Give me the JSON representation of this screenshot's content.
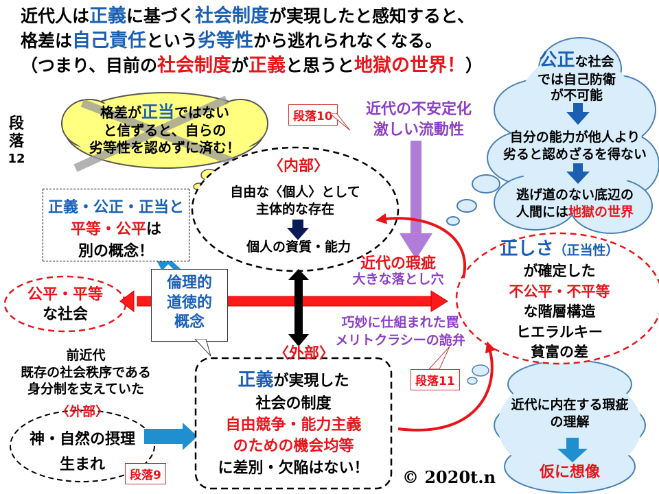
{
  "header": {
    "line1": [
      {
        "text": "近代人は",
        "color": "black"
      },
      {
        "text": "正義",
        "color": "blue"
      },
      {
        "text": "に基づく",
        "color": "black"
      },
      {
        "text": "社会制度",
        "color": "blue"
      },
      {
        "text": "が実現したと感知すると、",
        "color": "black"
      }
    ],
    "line2": [
      {
        "text": "格差は",
        "color": "black"
      },
      {
        "text": "自己責任",
        "color": "blue"
      },
      {
        "text": "という",
        "color": "black"
      },
      {
        "text": "劣等性",
        "color": "blue"
      },
      {
        "text": "から逃れられなくなる。",
        "color": "black"
      }
    ],
    "line3": [
      {
        "text": "（つまり、目前の",
        "color": "black"
      },
      {
        "text": "社会制度",
        "color": "red"
      },
      {
        "text": "が",
        "color": "black"
      },
      {
        "text": "正義",
        "color": "red"
      },
      {
        "text": "と思うと",
        "color": "black"
      },
      {
        "text": "地獄の世界！",
        "color": "red"
      },
      {
        "text": "）",
        "color": "black"
      }
    ]
  },
  "side_label": [
    "段",
    "落",
    "12"
  ],
  "crossed_cloud": {
    "line1_a": "格差が",
    "line1_b": "正当",
    "line1_c": "ではない",
    "line2": "と信ずると、自らの",
    "line3": "劣等性を認めずに済む！"
  },
  "concepts_box": {
    "line1": "正義・公正・正当と",
    "line2_a": "平等・公平",
    "line2_b": "は",
    "line3": "別の概念！"
  },
  "tags": {
    "p10": "段落10",
    "p11": "段落11",
    "p9": "段落9"
  },
  "modern_instability": {
    "line1": "近代の不安定化",
    "line2": "激しい流動性"
  },
  "inner": {
    "title": "〈内部〉",
    "line1": "自由な〈個人〉として",
    "line2": "主体的な存在",
    "line3": "個人の資質・能力"
  },
  "flaw": {
    "line1": "近代の瑕疵",
    "line2": "大きな落とし穴"
  },
  "trap": {
    "line1": "巧妙に仕組まれた罠",
    "line2": "メリトクラシーの詭弁"
  },
  "ethics_box": {
    "line1": "倫理的",
    "line2": "道徳的",
    "line3": "概念"
  },
  "fair_society": {
    "line1": "公平・平等",
    "line2": "な社会"
  },
  "outer": {
    "title": "〈外部〉",
    "line1_a": "正義",
    "line1_b": "が実現した",
    "line2": "社会の制度",
    "line3": "自由競争・能力主義",
    "line4": "のための機会均等",
    "line5": "に差別・欠陥はない！"
  },
  "premodern": {
    "line1": "前近代",
    "line2": "既存の社会秩序である",
    "line3": "身分制を支えていた",
    "title": "〈外部〉",
    "line4": "神・自然の摂理",
    "line5": "生まれ"
  },
  "right_cloud": {
    "line1_a": "公正",
    "line1_b": "な社会",
    "line2": "では自己防衛",
    "line3": "が不可能",
    "line4": "自分の能力が他人より",
    "line5": "劣ると認めざるを得ない",
    "line6": "逃げ道のない底辺の",
    "line7_a": "人間には",
    "line7_b": "地獄の世界"
  },
  "justice_oval": {
    "line1_a": "正しさ",
    "line1_b": "（正当性）",
    "line2": "が確定した",
    "line3": "不公平・不平等",
    "line4": "な階層構造",
    "line5": "ヒエラルキー",
    "line6": "貧富の差"
  },
  "bottom_cloud": {
    "line1": "近代に内在する瑕疵",
    "line2": "の理解",
    "line3": "仮に想像"
  },
  "copyright": "© 2020t.n",
  "colors": {
    "red": "#e8141a",
    "blue": "#1a5fb4",
    "purple": "#8b3fc4",
    "arrow_red": "#ff1a1a",
    "arrow_blue": "#1f8fd0",
    "cloud_fill": "#d9eefa",
    "yellow": "#ffff80"
  }
}
